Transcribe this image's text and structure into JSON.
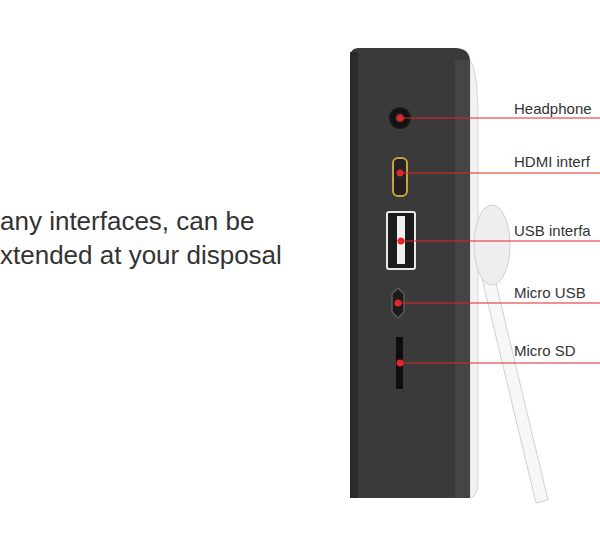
{
  "diagram": {
    "labels": [
      "any interfaces, can be",
      "xtended at your disposal",
      "Headphone",
      "HDMI interf",
      "USB interfa",
      "Micro USB",
      "Micro SD"
    ]
  }
}
